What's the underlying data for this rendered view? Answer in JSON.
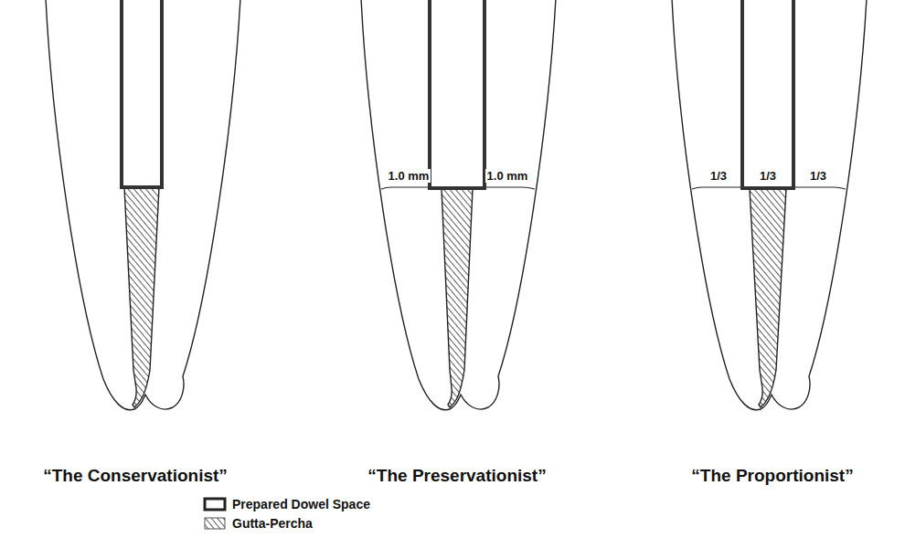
{
  "diagram": {
    "labels": [
      "1.0 mm",
      "1.0 mm",
      "1/3",
      "1/3",
      "1/3",
      "“The Conservationist”",
      "“The Preservationist”",
      "“The Proportionist”"
    ],
    "legend": [
      {
        "text": "Prepared Dowel Space"
      },
      {
        "text": "Gutta-Percha"
      }
    ]
  }
}
